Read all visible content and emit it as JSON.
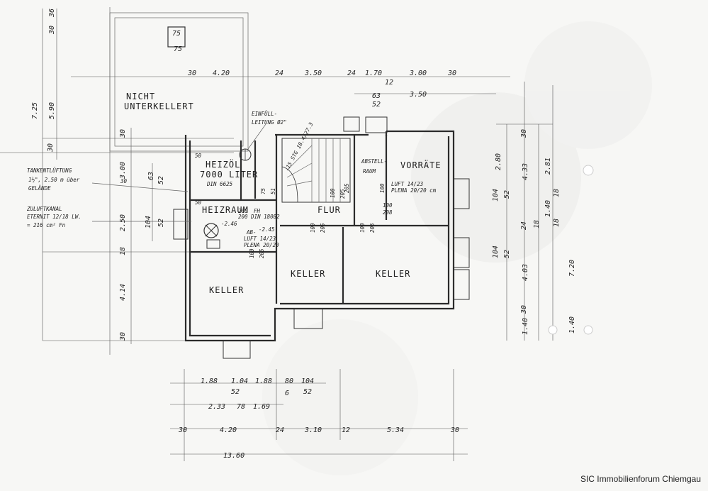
{
  "rooms": {
    "nicht_unterkellert": [
      "NICHT",
      "UNTERKELLERT"
    ],
    "heizoel": [
      "HEIZÖL",
      "7000 LITER",
      "DIN 6625"
    ],
    "heizraum": "HEIZRAUM",
    "flur": "FLUR",
    "abstellraum": [
      "ABSTELL-",
      "RAUM"
    ],
    "vorraete": "VORRÄTE",
    "keller_left": "KELLER",
    "keller_mid": "KELLER",
    "keller_right": "KELLER"
  },
  "notes": {
    "einfuell": [
      "EINFÜLL-",
      "LEITUNG Ø2\""
    ],
    "tankentlueftung": [
      "TANKENTLÜFTUNG",
      "1½\", 2.50 m über",
      "GELÄNDE"
    ],
    "zuluft": [
      "ZULUFTKANAL",
      "ETERNIT 12/18 LW.",
      "= 216 cm² Fn"
    ],
    "stairs": "15 STG 18.4/27.3",
    "luft1": [
      "LUFT 14/23",
      "PLENA 20/20 cm"
    ],
    "luft2": [
      "AB-",
      "LUFT 14/23",
      "PLENA 20/20"
    ],
    "door_spec": [
      "FH",
      "200 DIN 18082"
    ],
    "heizraum_level": "-2.46",
    "level2": "-2.45"
  },
  "dims": {
    "top_row": [
      "30",
      "4.20",
      "24",
      "3.50",
      "24",
      "1.70",
      "3.00",
      "30"
    ],
    "top_sub": [
      "3.50",
      "63",
      "52",
      "12"
    ],
    "left_top": [
      "7.25",
      "5.90",
      "30",
      "30"
    ],
    "left_lower": [
      "3.00",
      "2.50",
      "18",
      "4.14",
      "30"
    ],
    "left_sub": [
      "52",
      "104",
      "52",
      "63"
    ],
    "top_small": [
      "75",
      "75",
      "30",
      "36"
    ],
    "right_col": [
      "30",
      "2.80",
      "104",
      "52",
      "24",
      "18",
      "104",
      "52",
      "4.03",
      "30",
      "1.40"
    ],
    "right_col2": [
      "4.33",
      "2.81",
      "18",
      "1.40",
      "18",
      "7.20",
      "1.40"
    ],
    "interior": [
      "50",
      "50",
      "200",
      "100",
      "205",
      "100",
      "208",
      "100",
      "205",
      "100",
      "205",
      "100",
      "205",
      "75",
      "51",
      "205",
      "100",
      "30"
    ],
    "bottom_row1": [
      "1.88",
      "1.04",
      "1.88",
      "80",
      "104"
    ],
    "bottom_row1_sub": [
      "52",
      "6",
      "52"
    ],
    "bottom_row2": [
      "2.33",
      "78",
      "1.69"
    ],
    "bottom_row3": [
      "30",
      "4.20",
      "24",
      "3.10",
      "12",
      "5.34",
      "30"
    ],
    "total": "13.60"
  },
  "watermark": "SIC Immobilienforum Chiemgau"
}
